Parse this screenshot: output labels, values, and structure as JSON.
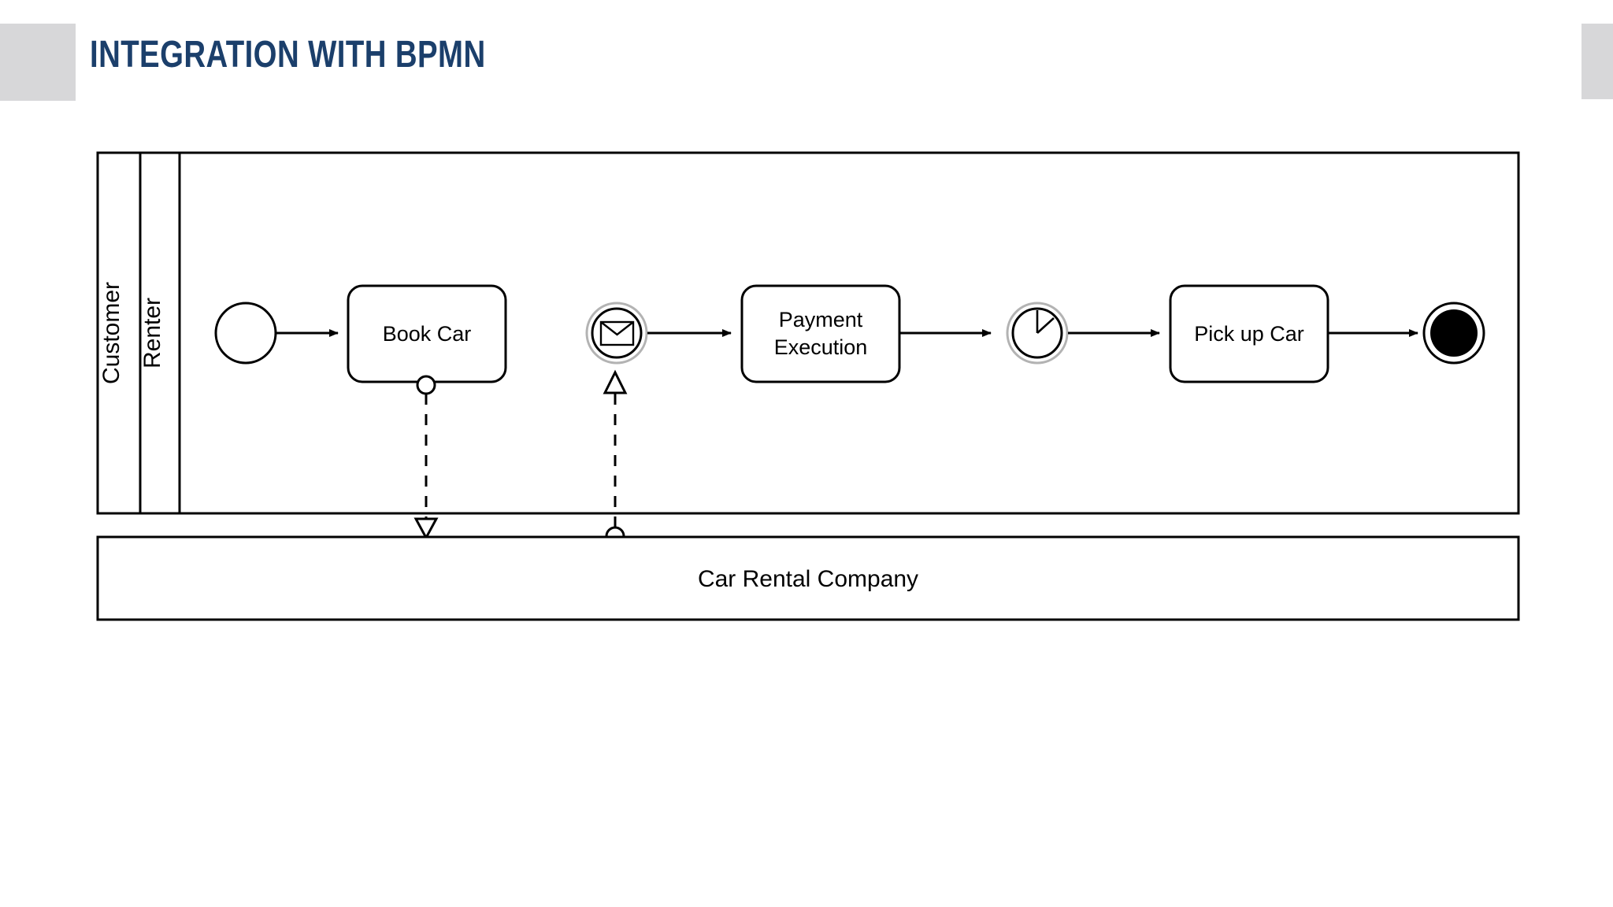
{
  "slide": {
    "title": "INTEGRATION WITH BPMN",
    "title_color": "#1b3f6b",
    "accent_block_color": "#d7d7d9",
    "background_color": "#ffffff"
  },
  "diagram": {
    "type": "bpmn-collaboration",
    "stroke_color": "#000000",
    "event_ring_color": "#b3b3b3",
    "pools": [
      {
        "id": "customer-pool",
        "name": "Customer",
        "collapsed": false,
        "lanes": [
          {
            "id": "renter-lane",
            "name": "Renter"
          }
        ]
      },
      {
        "id": "car-rental-company-pool",
        "name": "Car Rental Company",
        "collapsed": true,
        "lanes": []
      }
    ],
    "elements": [
      {
        "id": "start-event",
        "kind": "start-event",
        "label": "",
        "icon": "none"
      },
      {
        "id": "task-book-car",
        "kind": "task",
        "label": "Book Car",
        "icon": "none"
      },
      {
        "id": "message-catch-event",
        "kind": "intermediate-catch-event",
        "label": "",
        "icon": "envelope-icon"
      },
      {
        "id": "task-payment",
        "kind": "task",
        "label": "Payment Execution",
        "label_line_1": "Payment",
        "label_line_2": "Execution",
        "icon": "none"
      },
      {
        "id": "timer-event",
        "kind": "intermediate-catch-event",
        "label": "",
        "icon": "clock-icon"
      },
      {
        "id": "task-pick-up-car",
        "kind": "task",
        "label": "Pick up Car",
        "icon": "none"
      },
      {
        "id": "end-event",
        "kind": "end-event",
        "label": "",
        "icon": "none"
      }
    ],
    "sequence_flows": [
      {
        "from": "start-event",
        "to": "task-book-car"
      },
      {
        "from": "message-catch-event",
        "to": "task-payment"
      },
      {
        "from": "task-payment",
        "to": "timer-event"
      },
      {
        "from": "timer-event",
        "to": "task-pick-up-car"
      },
      {
        "from": "task-pick-up-car",
        "to": "end-event"
      }
    ],
    "message_flows": [
      {
        "from": "task-book-car",
        "to": "car-rental-company-pool",
        "direction": "down"
      },
      {
        "from": "car-rental-company-pool",
        "to": "message-catch-event",
        "direction": "up"
      }
    ]
  }
}
